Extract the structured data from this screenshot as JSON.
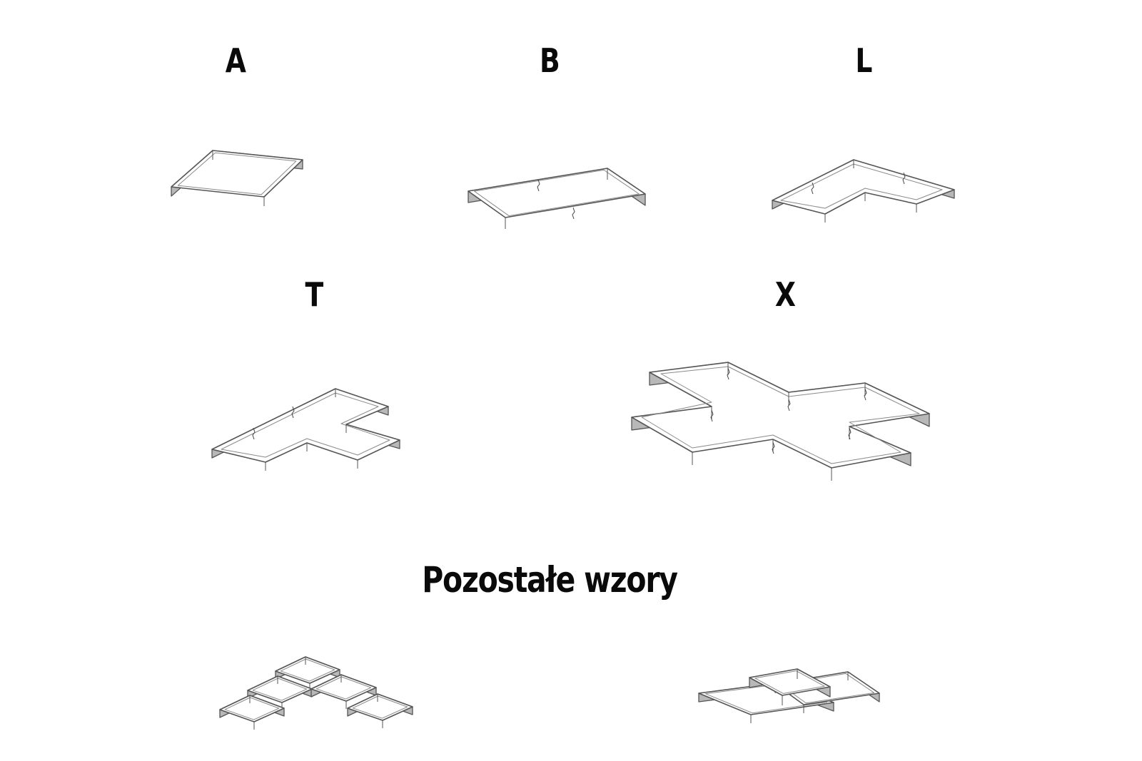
{
  "labels": {
    "a": "A",
    "b": "B",
    "l": "L",
    "t": "T",
    "x": "X"
  },
  "section_title": "Pozostałe wzory",
  "colors": {
    "side_fill": "#b8b8b8",
    "top_fill": "#ffffff",
    "outline": "#555555",
    "text": "#0a0a0a"
  }
}
